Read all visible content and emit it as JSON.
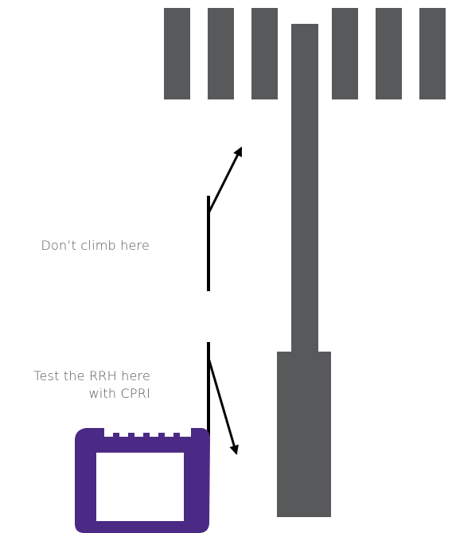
{
  "labels": {
    "dont_climb": "Don’t climb here",
    "test_line1": "Test the RRH here",
    "test_line2": "with CPRI"
  },
  "colors": {
    "tower": "#58595b",
    "antenna": "#58595b",
    "arrow": "#000000",
    "device_body": "#4b2a86",
    "device_screen": "#ffffff",
    "label_text": "#555555"
  },
  "icons": {
    "device": "tester-device-icon"
  }
}
